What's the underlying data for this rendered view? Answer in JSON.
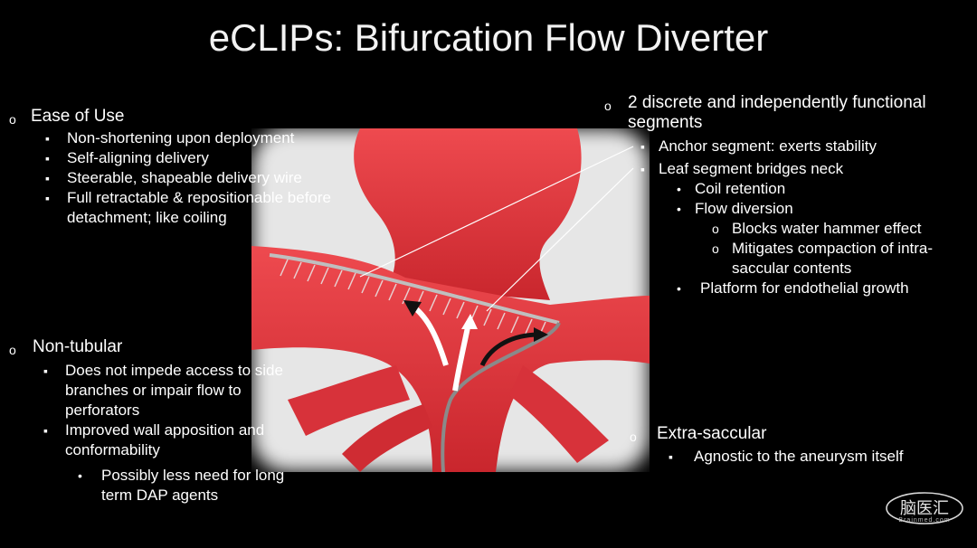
{
  "slide": {
    "title": "eCLIPs: Bifurcation Flow Diverter",
    "left": {
      "s1_heading": "Ease of Use",
      "s1_items": [
        "Non-shortening upon deployment",
        "Self-aligning delivery",
        "Steerable, shapeable delivery wire",
        "Full retractable & repositionable before",
        "detachment; like coiling"
      ],
      "s2_heading": "Non-tubular",
      "s2_items": [
        "Does not impede access to side",
        "branches or impair flow to",
        "perforators",
        "Improved wall apposition and",
        "conformability"
      ],
      "s2_sub": [
        "Possibly less need for long",
        "term DAP agents"
      ]
    },
    "right": {
      "s1_heading_line1": "2 discrete and independently functional",
      "s1_heading_line2": "segments",
      "items": {
        "anchor": "Anchor segment: exerts stability",
        "leaf": "Leaf segment bridges neck",
        "coil": "Coil retention",
        "flow": "Flow diversion",
        "water": "Blocks water hammer effect",
        "compact1": "Mitigates compaction of intra-",
        "compact2": "saccular contents",
        "platform": "Platform for endothelial growth"
      },
      "s2_heading": "Extra-saccular",
      "s2_item": "Agnostic to the aneurysm itself"
    },
    "logo_text": "脑医汇",
    "logo_subtext": "Brainmed.com",
    "colors": {
      "vessel": "#e0343a",
      "background": "#000000",
      "text": "#ffffff"
    },
    "bullets": {
      "open_circle": "o",
      "square": "▪",
      "dot": "•"
    }
  }
}
